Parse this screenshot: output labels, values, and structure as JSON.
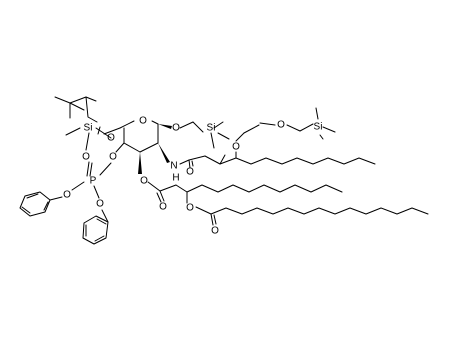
{
  "atom_symbols": {
    "oxygen": "O",
    "nitrogen": "N",
    "hydrogen": "H",
    "phosphorus": "P",
    "silicon": "Si"
  }
}
